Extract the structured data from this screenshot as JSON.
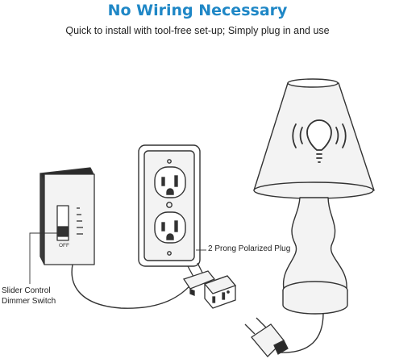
{
  "header": {
    "title": "No Wiring Necessary",
    "subtitle": "Quick to install with tool-free set-up; Simply plug in and use"
  },
  "labels": {
    "plug": "2 Prong Polarized Plug",
    "dimmer_line1": "Slider Control",
    "dimmer_line2": "Dimmer Switch",
    "off": "OFF"
  },
  "icons": [
    "dimmer-switch-icon",
    "wall-outlet-icon",
    "polarized-plug-icon",
    "table-lamp-icon",
    "light-bulb-icon"
  ],
  "colors": {
    "title": "#1f87c6",
    "line": "#333333",
    "fill": "#f3f3f3",
    "dark": "#2a2a2a"
  }
}
